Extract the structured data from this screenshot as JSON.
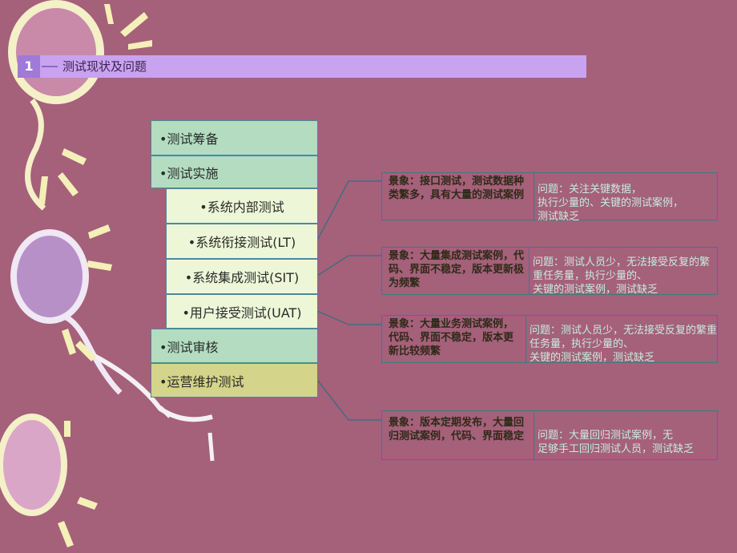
{
  "slide": {
    "number": "1",
    "title": "测试现状及问题"
  },
  "stages": [
    {
      "label": "•测试筹备"
    },
    {
      "label": "•测试实施"
    },
    {
      "label": "•系统内部测试"
    },
    {
      "label": "•系统衔接测试(LT)"
    },
    {
      "label": "•系统集成测试(SIT)"
    },
    {
      "label": "•用户接受测试(UAT)"
    },
    {
      "label": "•测试审核"
    },
    {
      "label": "•运营维护测试"
    }
  ],
  "notes": [
    {
      "scene": "景象：接口测试，测试数据种类繁多，具有大量的测试案例",
      "problem": "问题：关注关键数据，\n执行少量的、关键的测试案例，\n测试缺乏"
    },
    {
      "scene": "景象：大量集成测试案例，代码、界面不稳定，版本更新极为频繁",
      "problem": "问题：测试人员少，无法接受反复的繁重任务量，执行少量的、\n关键的测试案例，测试缺乏"
    },
    {
      "scene": "景象：大量业务测试案例，代码、界面不稳定，版本更新比较频繁",
      "problem": "问题：测试人员少，无法接受反复的繁重任务量，执行少量的、\n关键的测试案例，测试缺乏"
    },
    {
      "scene": "景象：版本定期发布，大量回归测试案例，代码、界面稳定",
      "problem": "问题：大量回归测试案例，无\n足够手工回归测试人员，测试缺乏"
    }
  ]
}
